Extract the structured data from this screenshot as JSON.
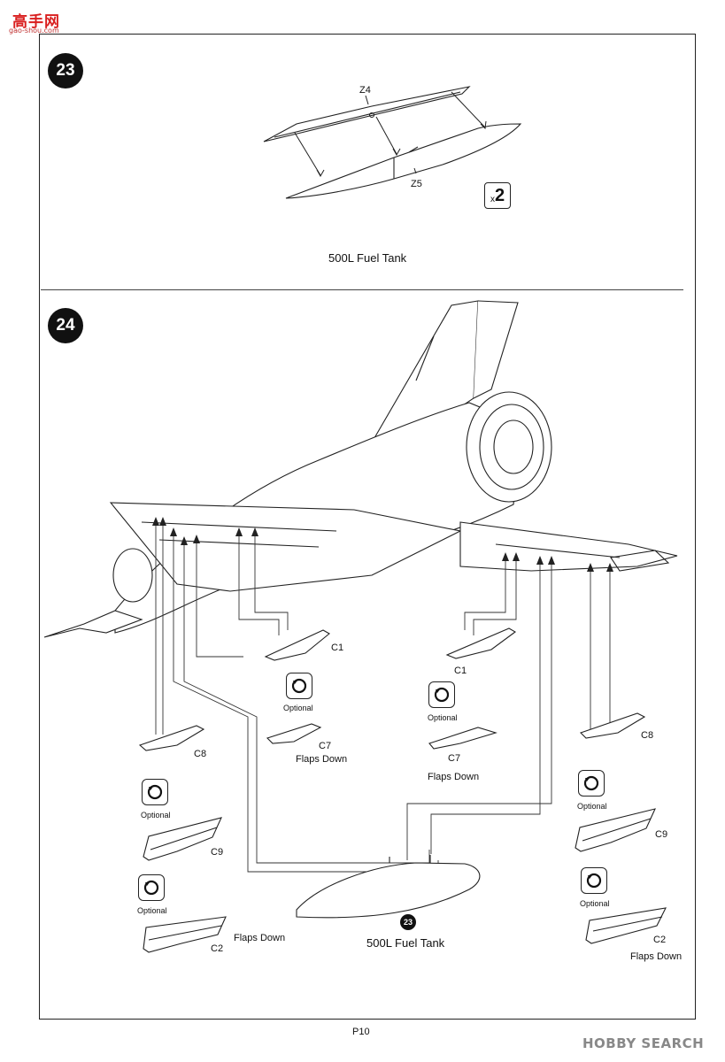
{
  "watermark_top": {
    "text": "高手网",
    "url": "gao-shou.com"
  },
  "step23": {
    "number": "23",
    "parts": [
      "Z4",
      "Z5"
    ],
    "quantity_prefix": "x",
    "quantity": "2",
    "caption": "500L Fuel Tank"
  },
  "step24": {
    "number": "24",
    "labels": {
      "c1_left": "C1",
      "c1_right": "C1",
      "c7_left": "C7",
      "c7_right": "C7",
      "c8_left": "C8",
      "c8_right": "C8",
      "c9_left": "C9",
      "c9_right": "C9",
      "c2_left": "C2",
      "c2_right": "C2"
    },
    "optional": "Optional",
    "flaps_down": "Flaps Down",
    "tank_ref": "23",
    "tank_caption": "500L Fuel Tank"
  },
  "page_number": "P10",
  "watermark_bottom": "HOBBY SEARCH"
}
